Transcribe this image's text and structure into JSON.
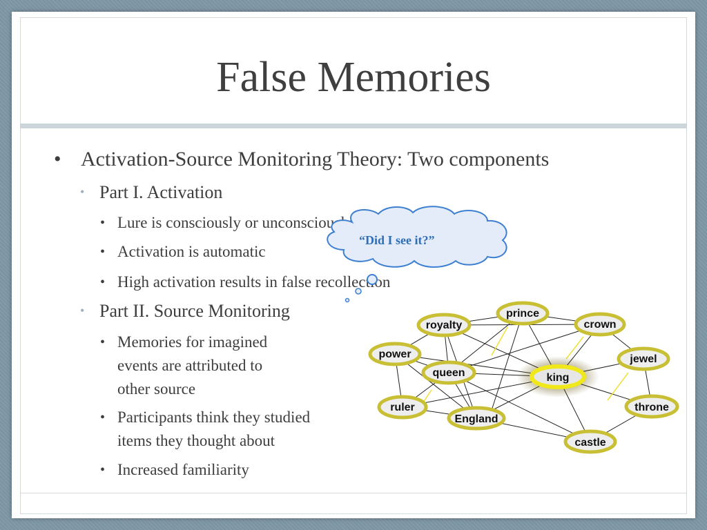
{
  "slide": {
    "title": "False Memories",
    "bullets": {
      "main": "Activation-Source Monitoring Theory: Two components",
      "part1": {
        "label": "Part I. Activation",
        "items": [
          "Lure is consciously or unconsciously activated",
          "Activation is automatic",
          "High activation results in false recollection"
        ]
      },
      "part2": {
        "label": "Part II. Source Monitoring",
        "items": [
          [
            "Memories for imagined",
            "events are attributed to",
            "other source"
          ],
          [
            "Participants think they studied",
            "items they thought about"
          ],
          [
            "Increased familiarity"
          ]
        ]
      }
    },
    "thought_bubble": "“Did I see it?”",
    "network": {
      "nodes": [
        "prince",
        "royalty",
        "crown",
        "power",
        "jewel",
        "queen",
        "king",
        "ruler",
        "throne",
        "England",
        "castle"
      ],
      "highlight": "king",
      "colors": {
        "ring": "#c8bf35",
        "ring_highlight": "#f0e81a",
        "fill": "#eeeeee",
        "edge": "#222222"
      }
    }
  },
  "colors": {
    "background": "#7f98a6",
    "text": "#3d3d3d",
    "sub_bullet": "#9db0bb",
    "cloud_text": "#2f6eb8",
    "cloud_fill": "#e3ecf8",
    "cloud_stroke": "#3d7fd0"
  }
}
